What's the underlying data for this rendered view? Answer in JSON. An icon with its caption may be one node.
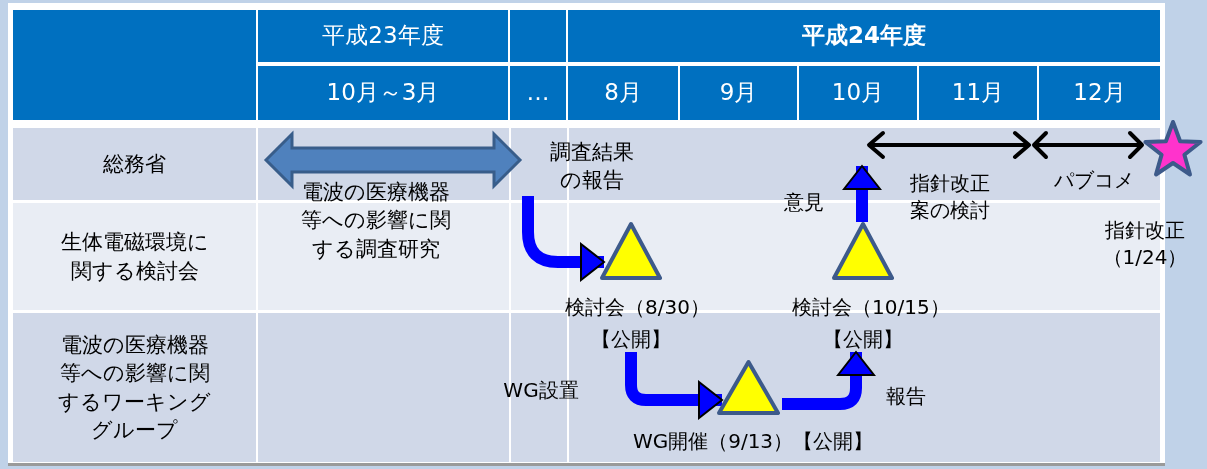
{
  "diagram": {
    "nodes": [
      {
        "text": [],
        "shape": "triangle",
        "beside": [
          "検討会（8/30）",
          "【公開】"
        ]
      },
      {
        "text": [],
        "shape": "triangle",
        "beside": [
          "検討会（10/15）",
          "【公開】"
        ]
      },
      {
        "text": [],
        "shape": "triangle",
        "beside": [
          "WG開催（9/13）【公開】"
        ]
      },
      {
        "text": [],
        "shape": "star",
        "beside": [
          "指針改正（1/24）"
        ]
      },
      {
        "text": [
          "調査結果の報告"
        ]
      }
    ],
    "edges": [
      {
        "from": 4,
        "to": 0,
        "arrow": "to"
      },
      {
        "from": 0,
        "to": 2,
        "arrow": "to",
        "label": "WG設置"
      },
      {
        "from": 2,
        "to": 1,
        "arrow": "to",
        "label": "報告"
      },
      {
        "from": 1,
        "to": null,
        "arrow": "to",
        "label": "意見"
      },
      {
        "from": null,
        "to": 3,
        "arrow": "both",
        "color": "#000000",
        "label": "パブコメ"
      }
    ],
    "labels": [
      "平成23年度",
      "平成24年度",
      "10月～3月",
      "…",
      "8月",
      "9月",
      "10月",
      "11月",
      "12月",
      "総務省",
      "生体電磁環境に関する検討会",
      "電波の医療機器等への影響に関するワーキンググループ",
      "電波の医療機器等への影響に関する調査研究",
      "指針改正案の検討"
    ]
  }
}
